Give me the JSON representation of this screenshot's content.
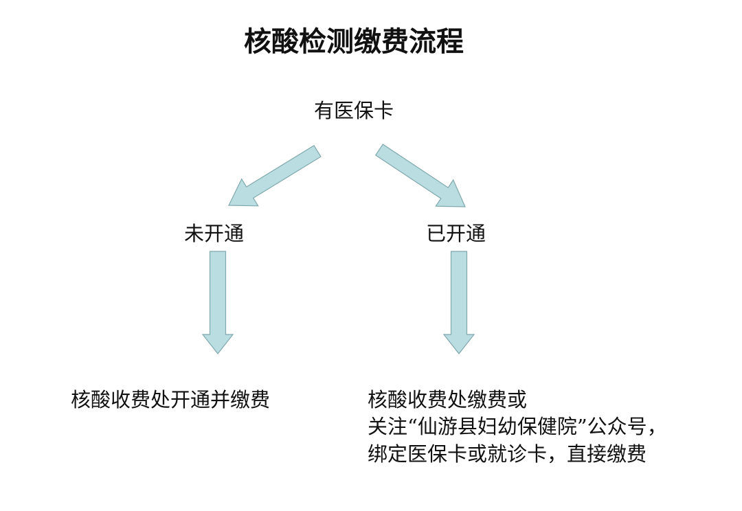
{
  "title": "核酸检测缴费流程",
  "root": "有医保卡",
  "branches": [
    {
      "label": "未开通",
      "result": [
        "核酸收费处开通并缴费"
      ]
    },
    {
      "label": "已开通",
      "result": [
        "核酸收费处缴费或",
        "关注“仙游县妇幼保健院”公众号，",
        "绑定医保卡或就诊卡，直接缴费"
      ]
    }
  ],
  "colors": {
    "arrow_fill": "#b9dde1",
    "arrow_stroke": "#7fa8ac"
  }
}
